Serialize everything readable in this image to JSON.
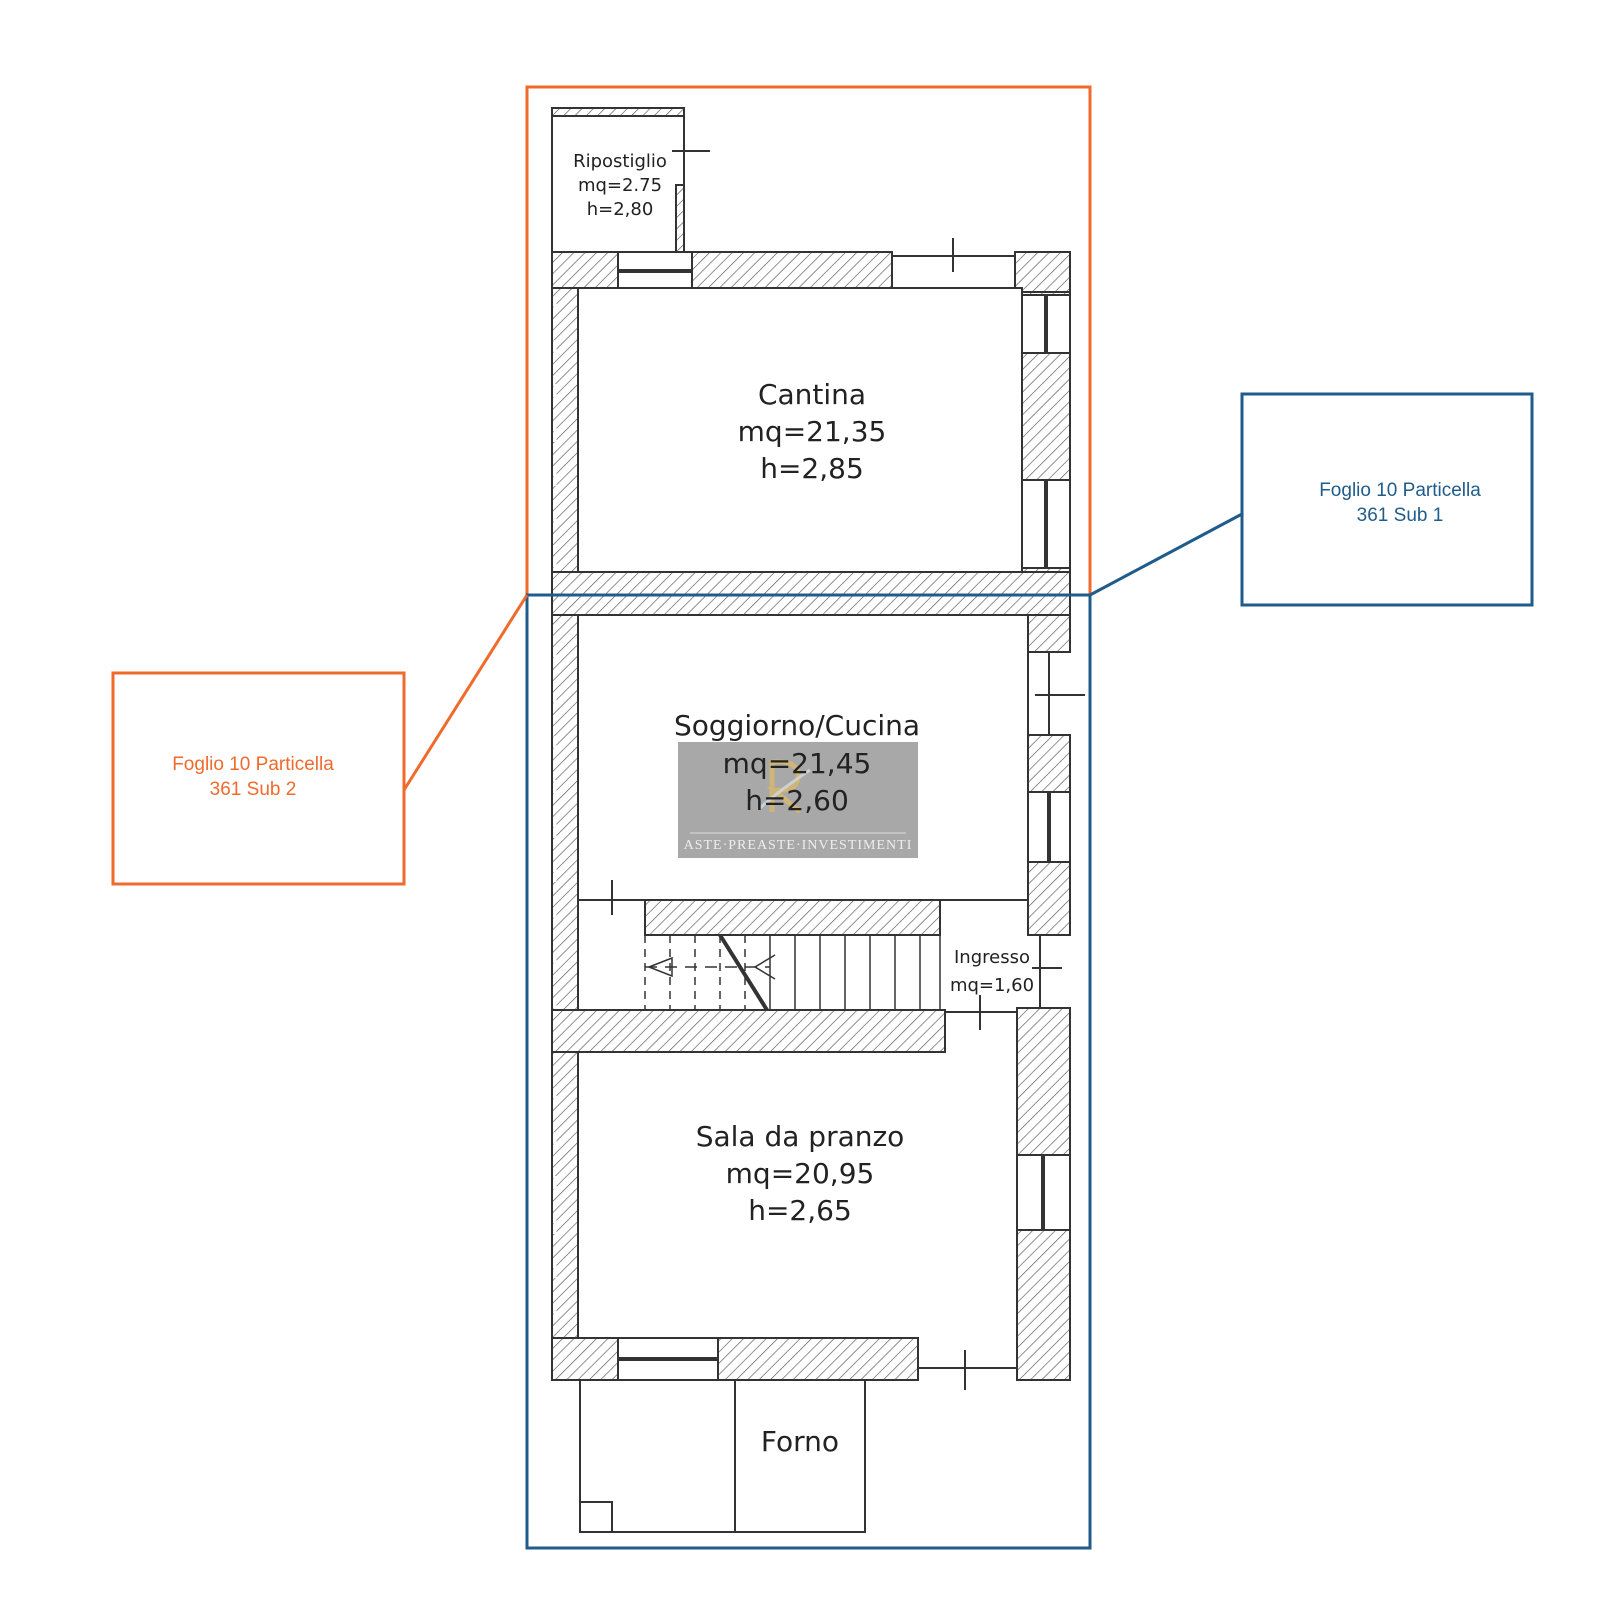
{
  "colors": {
    "sub2": "#f06a2c",
    "sub1": "#1f5c8c",
    "wall": "#333333",
    "watermark_bg": "#a8a8a8"
  },
  "callouts": {
    "sub2": {
      "line1": "Foglio 10 Particella",
      "line2": "361 Sub 2"
    },
    "sub1": {
      "line1": "Foglio 10 Particella",
      "line2": "361 Sub 1"
    }
  },
  "rooms": {
    "ripostiglio": {
      "name": "Ripostiglio",
      "area": "mq=2.75",
      "height": "h=2,80"
    },
    "cantina": {
      "name": "Cantina",
      "area": "mq=21,35",
      "height": "h=2,85"
    },
    "soggiorno": {
      "name": "Soggiorno/Cucina",
      "area": "mq=21,45",
      "height": "h=2,60"
    },
    "ingresso": {
      "name": "Ingresso",
      "area": "mq=1,60"
    },
    "sala": {
      "name": "Sala da pranzo",
      "area": "mq=20,95",
      "height": "h=2,65"
    },
    "forno": {
      "name": "Forno"
    }
  },
  "watermark": {
    "text": "ASTE·PREASTE·INVESTIMENTI"
  }
}
